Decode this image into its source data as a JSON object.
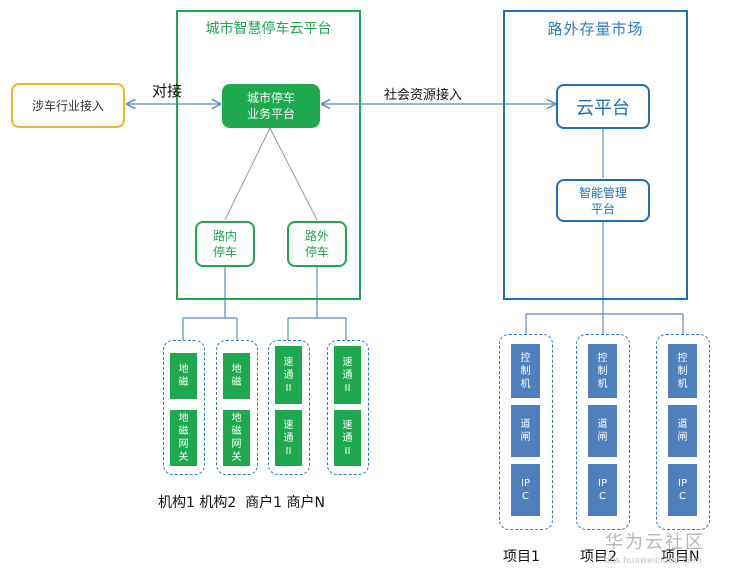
{
  "left_frame": {
    "title": "城市智慧停车云平台"
  },
  "right_frame": {
    "title": "路外存量市场"
  },
  "external": {
    "label": "涉车行业接入"
  },
  "edges": {
    "left_label": "对接",
    "right_label": "社会资源接入"
  },
  "city_business": {
    "label": "城市停车\n业务平台"
  },
  "on_road": {
    "label": "路内\n停车"
  },
  "off_road": {
    "label": "路外\n停车"
  },
  "cloud_platform": {
    "label": "云平台"
  },
  "smart_mgmt": {
    "label": "智能管理\n平台"
  },
  "green_groups": [
    {
      "top": "地磁",
      "bottom": "地磁网关"
    },
    {
      "top": "地磁",
      "bottom": "地磁网关"
    },
    {
      "top": "速通II",
      "bottom": "速通II"
    },
    {
      "top": "速通II",
      "bottom": "速通II"
    }
  ],
  "green_group_labels": "机构1 机构2  商户1 商户N",
  "blue_groups": [
    {
      "c1": "控制机",
      "c2": "道闸",
      "c3": "IPC"
    },
    {
      "c1": "控制机",
      "c2": "道闸",
      "c3": "IPC"
    },
    {
      "c1": "控制机",
      "c2": "道闸",
      "c3": "IPC"
    }
  ],
  "project_labels": [
    "项目1",
    "项目2",
    "项目N"
  ],
  "watermark": {
    "main": "华为云社区",
    "sub": "bbs.huaweicloud.com"
  },
  "colors": {
    "green": "#1ea84f",
    "blue": "#1f6fb3",
    "orange": "#f0b323",
    "cell_blue": "#4f80bd"
  }
}
